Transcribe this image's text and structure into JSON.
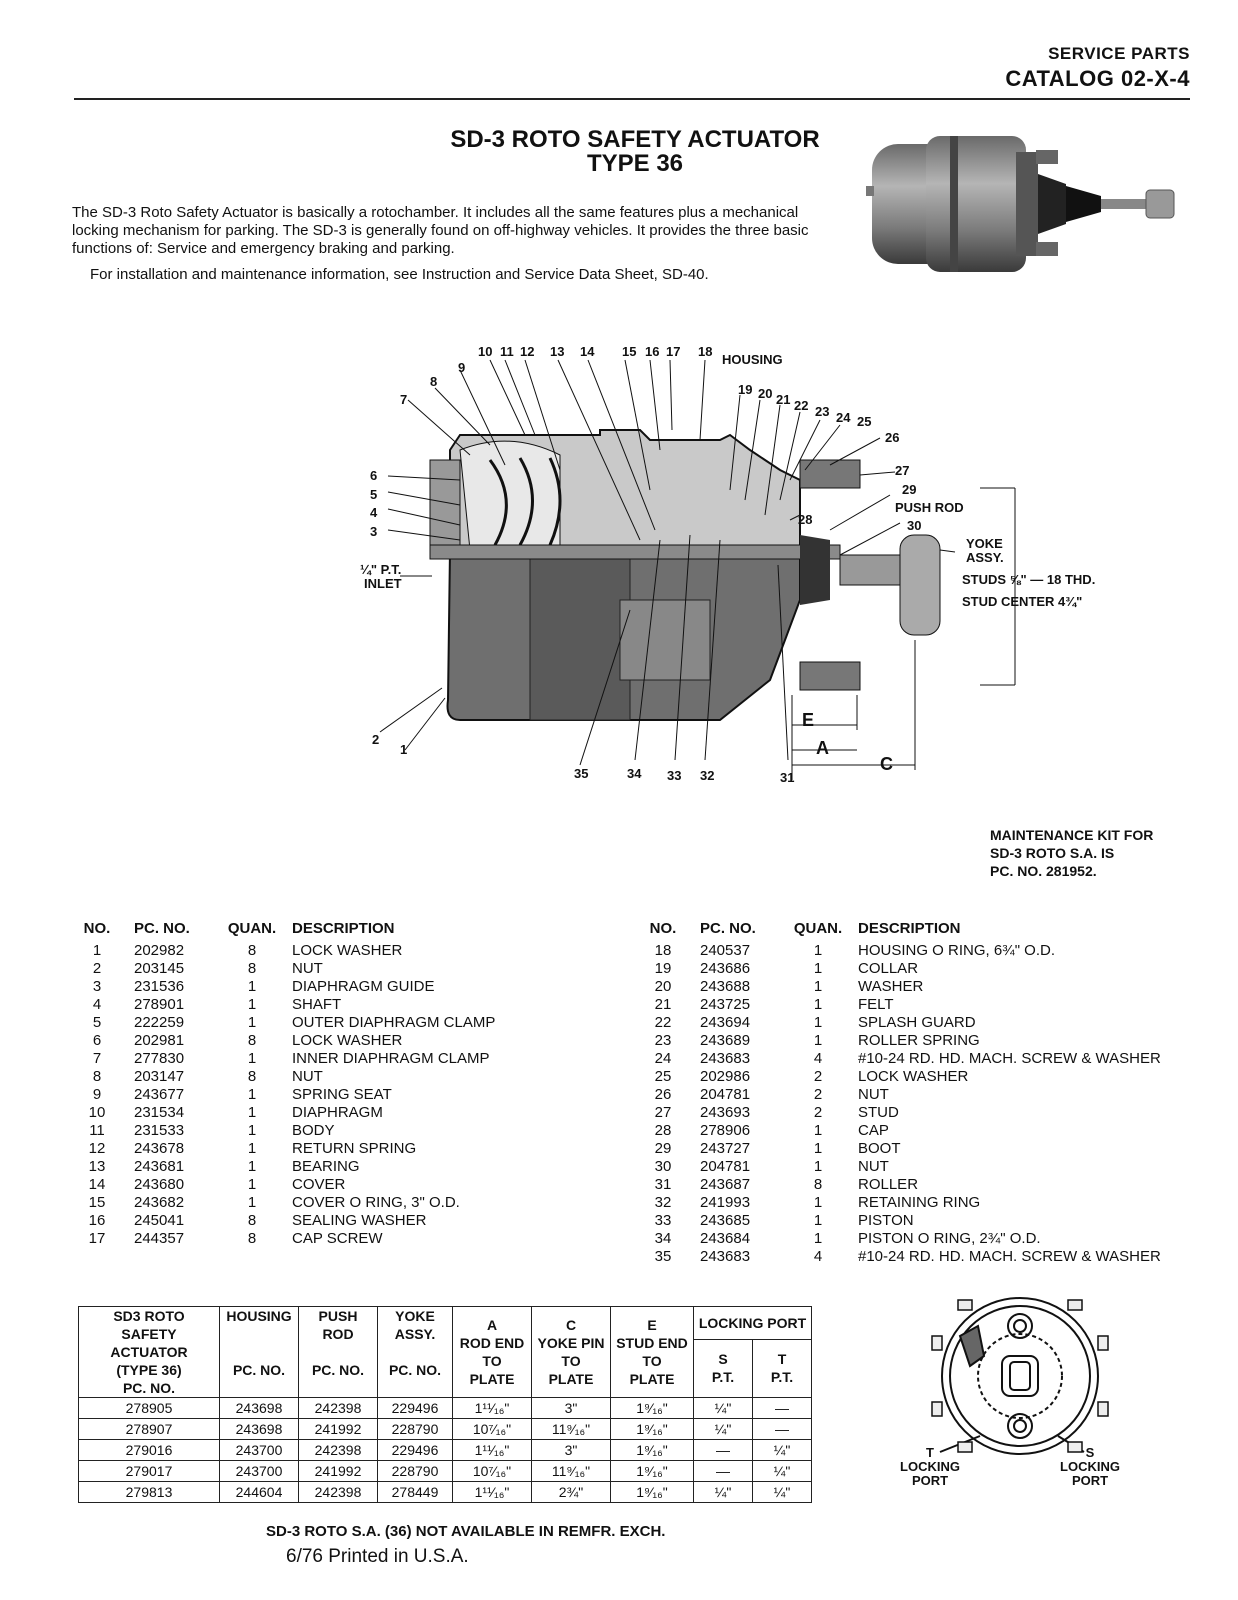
{
  "header": {
    "line1": "SERVICE PARTS",
    "line2": "CATALOG 02-X-4"
  },
  "title": {
    "line1": "SD-3 ROTO SAFETY ACTUATOR",
    "line2": "TYPE 36"
  },
  "intro": {
    "p1": "The SD-3 Roto Safety Actuator is basically a rotochamber. It includes all the same features plus a mechanical locking mechanism for parking. The SD-3 is generally found on off-highway vehicles. It provides the three basic functions of: Service and emergency braking and parking.",
    "p2": "For installation and maintenance information, see Instruction and Service Data Sheet, SD-40."
  },
  "diagram": {
    "callouts": [
      "1",
      "2",
      "3",
      "4",
      "5",
      "6",
      "7",
      "8",
      "9",
      "10",
      "11",
      "12",
      "13",
      "14",
      "15",
      "16",
      "17",
      "18",
      "19",
      "20",
      "21",
      "22",
      "23",
      "24",
      "25",
      "26",
      "27",
      "28",
      "29",
      "30",
      "31",
      "32",
      "33",
      "34",
      "35"
    ],
    "housing": "HOUSING",
    "inlet_line1": "¼\" P.T.",
    "inlet_line2": "INLET",
    "push_rod": "PUSH ROD",
    "yoke_line1": "YOKE",
    "yoke_line2": "ASSY.",
    "studs": "STUDS ⅝\" — 18 THD.",
    "stud_center": "STUD CENTER 4¾\"",
    "dim_e": "E",
    "dim_a": "A",
    "dim_c": "C"
  },
  "maintenance_kit": {
    "line1": "MAINTENANCE KIT FOR",
    "line2": "SD-3 ROTO S.A. IS",
    "line3": "PC. NO. 281952."
  },
  "parts_headers": {
    "no": "NO.",
    "pc": "PC. NO.",
    "quan": "QUAN.",
    "desc": "DESCRIPTION"
  },
  "parts_left": [
    {
      "no": "1",
      "pc": "202982",
      "q": "8",
      "d": "LOCK WASHER"
    },
    {
      "no": "2",
      "pc": "203145",
      "q": "8",
      "d": "NUT"
    },
    {
      "no": "3",
      "pc": "231536",
      "q": "1",
      "d": "DIAPHRAGM GUIDE"
    },
    {
      "no": "4",
      "pc": "278901",
      "q": "1",
      "d": "SHAFT"
    },
    {
      "no": "5",
      "pc": "222259",
      "q": "1",
      "d": "OUTER DIAPHRAGM CLAMP"
    },
    {
      "no": "6",
      "pc": "202981",
      "q": "8",
      "d": "LOCK WASHER"
    },
    {
      "no": "7",
      "pc": "277830",
      "q": "1",
      "d": "INNER DIAPHRAGM CLAMP"
    },
    {
      "no": "8",
      "pc": "203147",
      "q": "8",
      "d": "NUT"
    },
    {
      "no": "9",
      "pc": "243677",
      "q": "1",
      "d": "SPRING SEAT"
    },
    {
      "no": "10",
      "pc": "231534",
      "q": "1",
      "d": "DIAPHRAGM"
    },
    {
      "no": "11",
      "pc": "231533",
      "q": "1",
      "d": "BODY"
    },
    {
      "no": "12",
      "pc": "243678",
      "q": "1",
      "d": "RETURN SPRING"
    },
    {
      "no": "13",
      "pc": "243681",
      "q": "1",
      "d": "BEARING"
    },
    {
      "no": "14",
      "pc": "243680",
      "q": "1",
      "d": "COVER"
    },
    {
      "no": "15",
      "pc": "243682",
      "q": "1",
      "d": "COVER O RING, 3\" O.D."
    },
    {
      "no": "16",
      "pc": "245041",
      "q": "8",
      "d": "SEALING WASHER"
    },
    {
      "no": "17",
      "pc": "244357",
      "q": "8",
      "d": "CAP SCREW"
    }
  ],
  "parts_right": [
    {
      "no": "18",
      "pc": "240537",
      "q": "1",
      "d": "HOUSING O RING, 6¾\" O.D."
    },
    {
      "no": "19",
      "pc": "243686",
      "q": "1",
      "d": "COLLAR"
    },
    {
      "no": "20",
      "pc": "243688",
      "q": "1",
      "d": "WASHER"
    },
    {
      "no": "21",
      "pc": "243725",
      "q": "1",
      "d": "FELT"
    },
    {
      "no": "22",
      "pc": "243694",
      "q": "1",
      "d": "SPLASH GUARD"
    },
    {
      "no": "23",
      "pc": "243689",
      "q": "1",
      "d": "ROLLER SPRING"
    },
    {
      "no": "24",
      "pc": "243683",
      "q": "4",
      "d": "#10-24 RD. HD. MACH. SCREW & WASHER"
    },
    {
      "no": "25",
      "pc": "202986",
      "q": "2",
      "d": "LOCK WASHER"
    },
    {
      "no": "26",
      "pc": "204781",
      "q": "2",
      "d": "NUT"
    },
    {
      "no": "27",
      "pc": "243693",
      "q": "2",
      "d": "STUD"
    },
    {
      "no": "28",
      "pc": "278906",
      "q": "1",
      "d": "CAP"
    },
    {
      "no": "29",
      "pc": "243727",
      "q": "1",
      "d": "BOOT"
    },
    {
      "no": "30",
      "pc": "204781",
      "q": "1",
      "d": "NUT"
    },
    {
      "no": "31",
      "pc": "243687",
      "q": "8",
      "d": "ROLLER"
    },
    {
      "no": "32",
      "pc": "241993",
      "q": "1",
      "d": "RETAINING RING"
    },
    {
      "no": "33",
      "pc": "243685",
      "q": "1",
      "d": "PISTON"
    },
    {
      "no": "34",
      "pc": "243684",
      "q": "1",
      "d": "PISTON O RING, 2¾\" O.D."
    },
    {
      "no": "35",
      "pc": "243683",
      "q": "4",
      "d": "#10-24 RD. HD. MACH. SCREW & WASHER"
    }
  ],
  "spec_table": {
    "h_actuator": [
      "SD3 ROTO",
      "SAFETY ACTUATOR",
      "(TYPE 36)",
      "PC. NO."
    ],
    "h_housing": [
      "HOUSING",
      "PC. NO."
    ],
    "h_pushrod": [
      "PUSH",
      "ROD",
      "PC. NO."
    ],
    "h_yoke": [
      "YOKE",
      "ASSY.",
      "PC. NO."
    ],
    "h_a": [
      "A",
      "ROD END",
      "TO",
      "PLATE"
    ],
    "h_c": [
      "C",
      "YOKE PIN",
      "TO",
      "PLATE"
    ],
    "h_e": [
      "E",
      "STUD END",
      "TO",
      "PLATE"
    ],
    "h_locking": "LOCKING PORT",
    "h_s": [
      "S",
      "P.T."
    ],
    "h_t": [
      "T",
      "P.T."
    ],
    "rows": [
      [
        "278905",
        "243698",
        "242398",
        "229496",
        "1¹¹⁄₁₆\"",
        "3\"",
        "1⁹⁄₁₆\"",
        "¼\"",
        "—"
      ],
      [
        "278907",
        "243698",
        "241992",
        "228790",
        "10⁷⁄₁₆\"",
        "11⁹⁄₁₆\"",
        "1⁹⁄₁₆\"",
        "¼\"",
        "—"
      ],
      [
        "279016",
        "243700",
        "242398",
        "229496",
        "1¹¹⁄₁₆\"",
        "3\"",
        "1⁹⁄₁₆\"",
        "—",
        "¼\""
      ],
      [
        "279017",
        "243700",
        "241992",
        "228790",
        "10⁷⁄₁₆\"",
        "11⁹⁄₁₆\"",
        "1⁹⁄₁₆\"",
        "—",
        "¼\""
      ],
      [
        "279813",
        "244604",
        "242398",
        "278449",
        "1¹¹⁄₁₆\"",
        "2¾\"",
        "1⁹⁄₁₆\"",
        "¼\"",
        "¼\""
      ]
    ]
  },
  "end_view": {
    "t_label": [
      "T",
      "LOCKING",
      "PORT"
    ],
    "s_label": [
      "S",
      "LOCKING",
      "PORT"
    ]
  },
  "footer": {
    "note": "SD-3 ROTO S.A. (36) NOT AVAILABLE IN REMFR. EXCH.",
    "printed": "6/76 Printed in U.S.A."
  }
}
